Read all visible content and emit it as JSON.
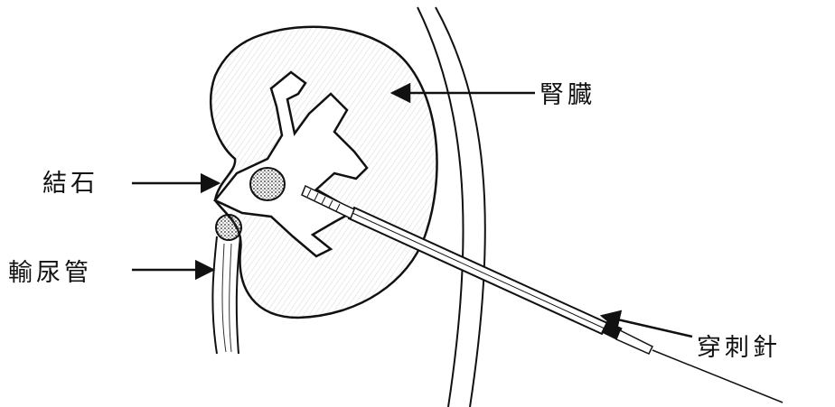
{
  "labels": {
    "kidney": "腎臓",
    "stone": "結石",
    "ureter": "輸尿管",
    "needle": "穿刺針"
  },
  "colors": {
    "ink": "#111111",
    "background": "#ffffff"
  }
}
